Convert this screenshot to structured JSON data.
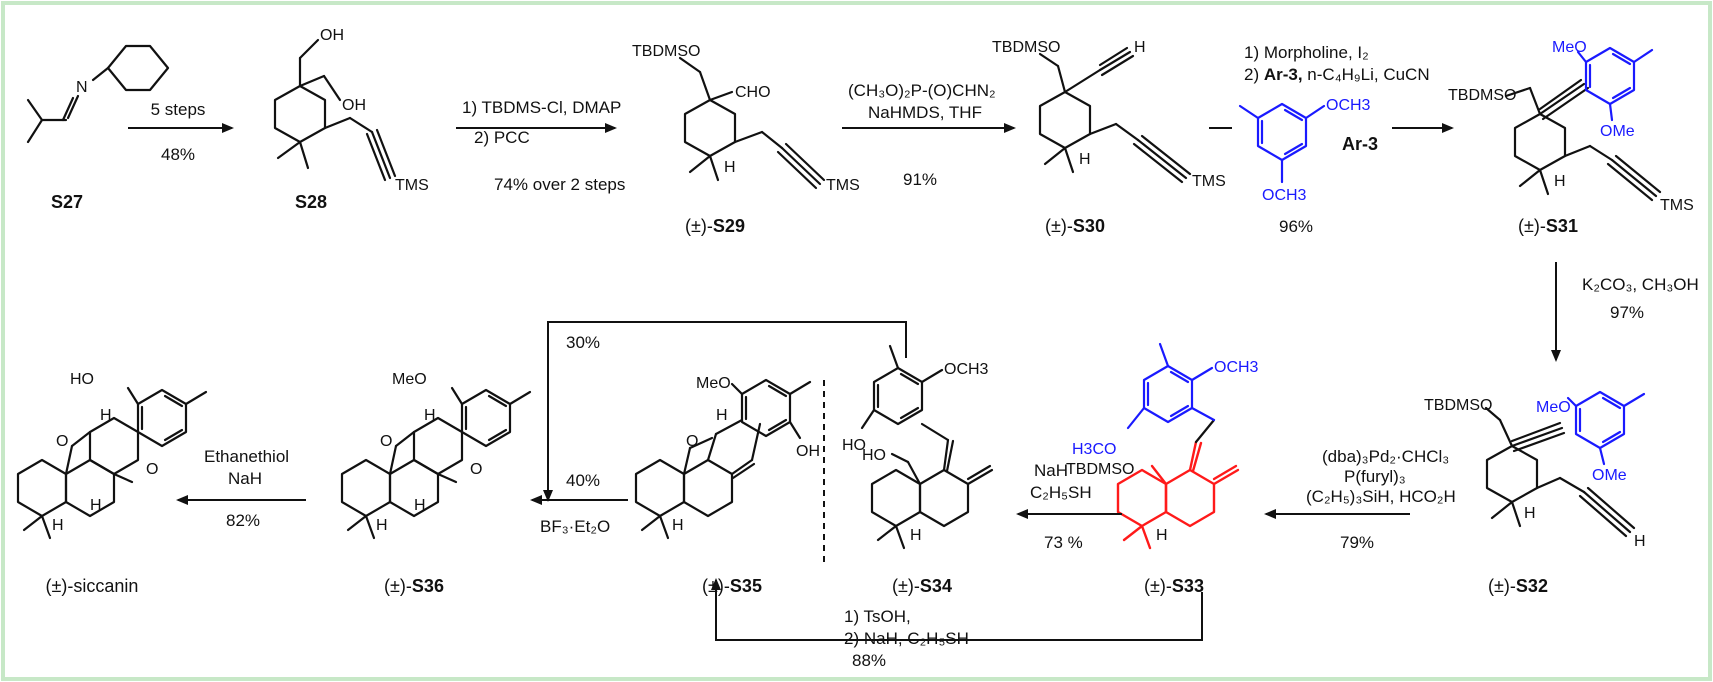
{
  "frame_color": "#c7e8c7",
  "accent_blue": "#1a1aff",
  "accent_red": "#ff1a1a",
  "compounds": {
    "s27": "S27",
    "s28": "S28",
    "s29_prefix": "(±)-",
    "s29": "S29",
    "s30_prefix": "(±)-",
    "s30": "S30",
    "s31_prefix": "(±)-",
    "s31": "S31",
    "s32_prefix": "(±)-",
    "s32": "S32",
    "s33_prefix": "(±)-",
    "s33": "S33",
    "s34_prefix": "(±)-",
    "s34": "S34",
    "s35_prefix": "(±)-",
    "s35": "S35",
    "s36_prefix": "(±)-",
    "s36": "S36",
    "siccanin": "(±)-siccanin"
  },
  "reagents": {
    "r1_top": "5 steps",
    "r1_bottom": "48%",
    "r2_line1": "1) TBDMS-Cl, DMAP",
    "r2_line2": "2) PCC",
    "r2_yield": "74% over 2 steps",
    "r3_line1": "(CH₃O)₂P-(O)CHN₂",
    "r3_line2": "NaHMDS, THF",
    "r3_yield": "91%",
    "r4_line1": "1) Morpholine, I₂",
    "r4_line2_a": "2) ",
    "r4_line2_b": "Ar-3,",
    "r4_line2_c": " n-C₄H₉Li, CuCN",
    "r4_ar": "Ar-3",
    "r4_yield": "96%",
    "r5_line1": "K₂CO₃, CH₃OH",
    "r5_yield": "97%",
    "r6_line1": "(dba)₃Pd₂·CHCl₃",
    "r6_line2": "P(furyl)₃",
    "r6_line3": "(C₂H₅)₃SiH, HCO₂H",
    "r6_yield": "79%",
    "r7_line1": "NaH",
    "r7_line2": "C₂H₅SH",
    "r7_yield": "73 %",
    "r8_line1": "1) TsOH,",
    "r8_line2": "2) NaH, C₂H₅SH",
    "r8_yield": "88%",
    "r9_top_yield": "30%",
    "r9_yield": "40%",
    "r9_reagent": "BF₃·Et₂O",
    "r10_line1": "Ethanethiol",
    "r10_line2": "NaH",
    "r10_yield": "82%"
  },
  "atoms": {
    "n": "N",
    "oh": "OH",
    "tms": "TMS",
    "tbdmso": "TBDMSO",
    "cho": "CHO",
    "h": "H",
    "meo": "MeO",
    "ome": "OMe",
    "och3": "OCH3",
    "h3co": "H3CO",
    "ho": "HO",
    "o": "O"
  }
}
